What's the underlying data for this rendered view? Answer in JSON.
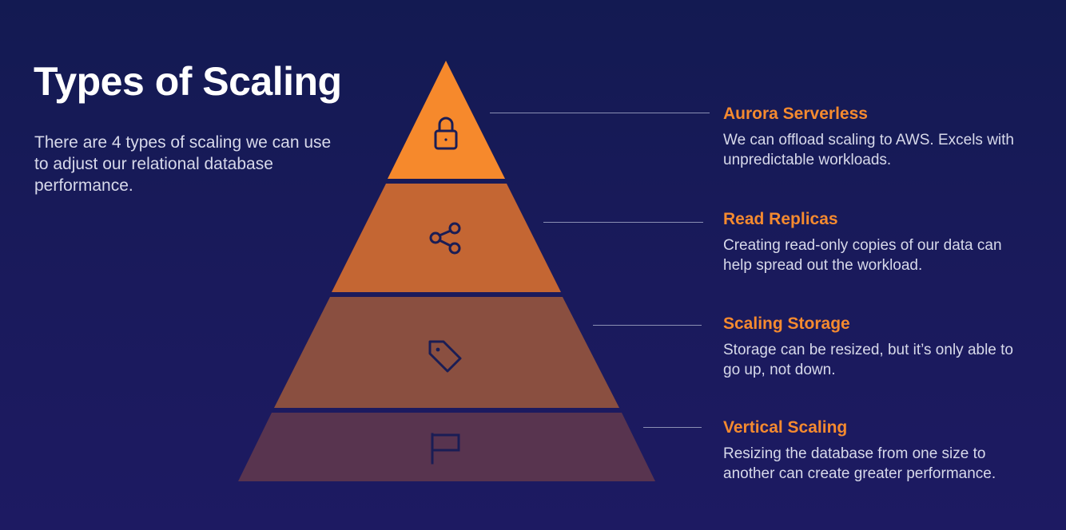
{
  "slide": {
    "title": "Types of Scaling",
    "intro": "There are 4 types of scaling we can use to adjust our relational database performance."
  },
  "colors": {
    "background": "#161b57",
    "accent": "#f58a2f",
    "tier_1": "#f6892c",
    "tier_2": "#c46633",
    "tier_3": "#8a4f40",
    "tier_4": "#58344f",
    "icon_stroke": "#1a1d55"
  },
  "tiers": [
    {
      "icon": "lock-icon",
      "heading": "Aurora Serverless",
      "description": "We can offload scaling to AWS. Excels with unpredictable workloads."
    },
    {
      "icon": "share-icon",
      "heading": "Read Replicas",
      "description": "Creating read-only copies of our data can help spread out the workload."
    },
    {
      "icon": "tag-icon",
      "heading": "Scaling Storage",
      "description": "Storage can be resized, but it’s only able to go up, not down."
    },
    {
      "icon": "flag-icon",
      "heading": "Vertical Scaling",
      "description": "Resizing the database from one size to another can create greater performance."
    }
  ]
}
